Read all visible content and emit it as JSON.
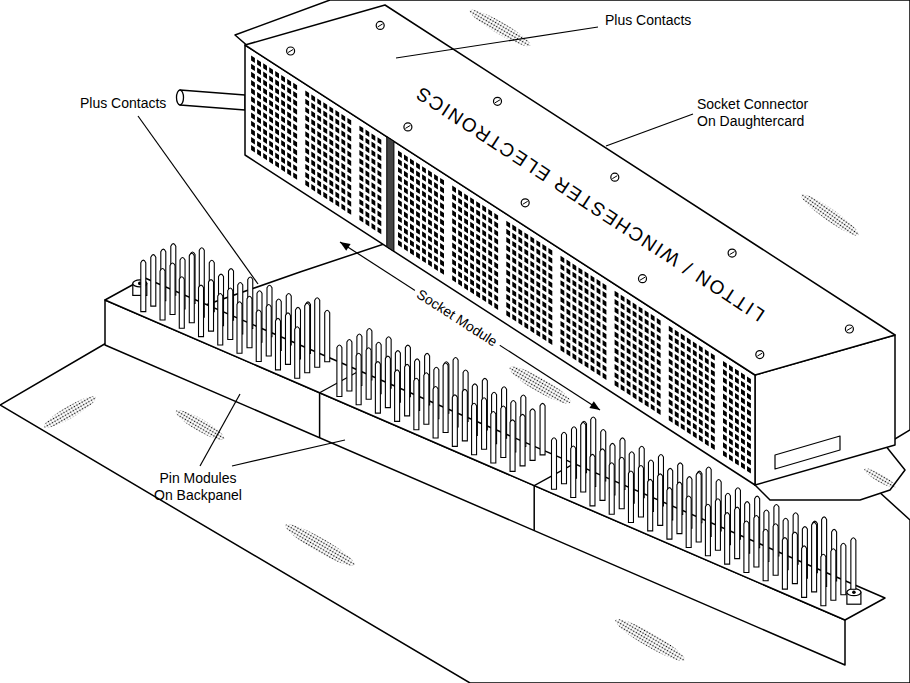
{
  "diagram": {
    "labels": [
      "Plus Contacts",
      "Socket Connector On Daughtercard",
      "LITTON / WINCHESTER ELECTRONICS",
      "Plus Contacts",
      "Socket Module",
      "Pin Modules On Backpanel"
    ]
  }
}
